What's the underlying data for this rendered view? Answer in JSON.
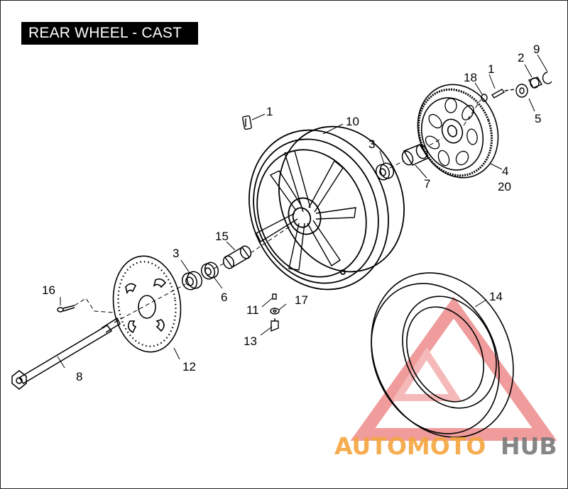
{
  "title": "REAR WHEEL - CAST",
  "watermark": {
    "part1": "AUTOMOTO",
    "part2": "HUB",
    "color_primary": "#f5a53f",
    "color_secondary": "#e44c4c",
    "color_hub": "#7a7a7a"
  },
  "callouts": [
    "1",
    "1",
    "2",
    "3",
    "3",
    "4",
    "20",
    "5",
    "6",
    "7",
    "8",
    "9",
    "10",
    "11",
    "12",
    "13",
    "14",
    "15",
    "16",
    "17",
    "18"
  ]
}
